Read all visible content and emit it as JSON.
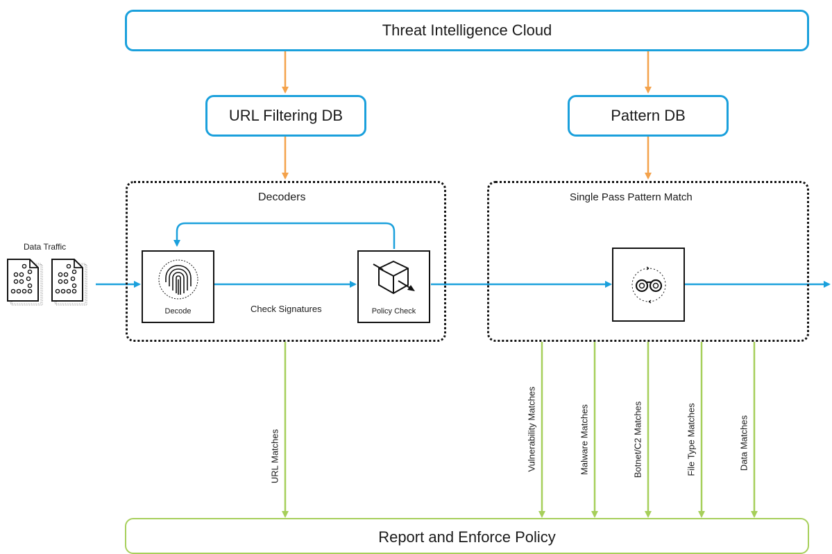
{
  "cloud": {
    "label": "Threat Intelligence Cloud"
  },
  "url_db": {
    "label": "URL Filtering DB"
  },
  "pattern_db": {
    "label": "Pattern DB"
  },
  "decoders": {
    "title": "Decoders",
    "decode_label": "Decode",
    "check_signatures_label": "Check Signatures",
    "policy_check_label": "Policy Check"
  },
  "pattern_match": {
    "title": "Single Pass Pattern Match"
  },
  "data_traffic": {
    "label": "Data Traffic"
  },
  "matches": {
    "url": "URL Matches",
    "vulnerability": "Vulnerability Matches",
    "malware": "Malware Matches",
    "botnet": "Botnet/C2 Matches",
    "file_type": "File Type Matches",
    "data": "Data Matches"
  },
  "report": {
    "label": "Report and Enforce Policy"
  },
  "colors": {
    "blue": "#1aa0dc",
    "orange": "#f4a24b",
    "green": "#a6cf5a",
    "border": "#111111"
  },
  "icons": {
    "decode": "fingerprint-icon",
    "policy_check": "cube-icon",
    "pattern_match": "binoculars-icon",
    "data_traffic": "document-icon"
  }
}
